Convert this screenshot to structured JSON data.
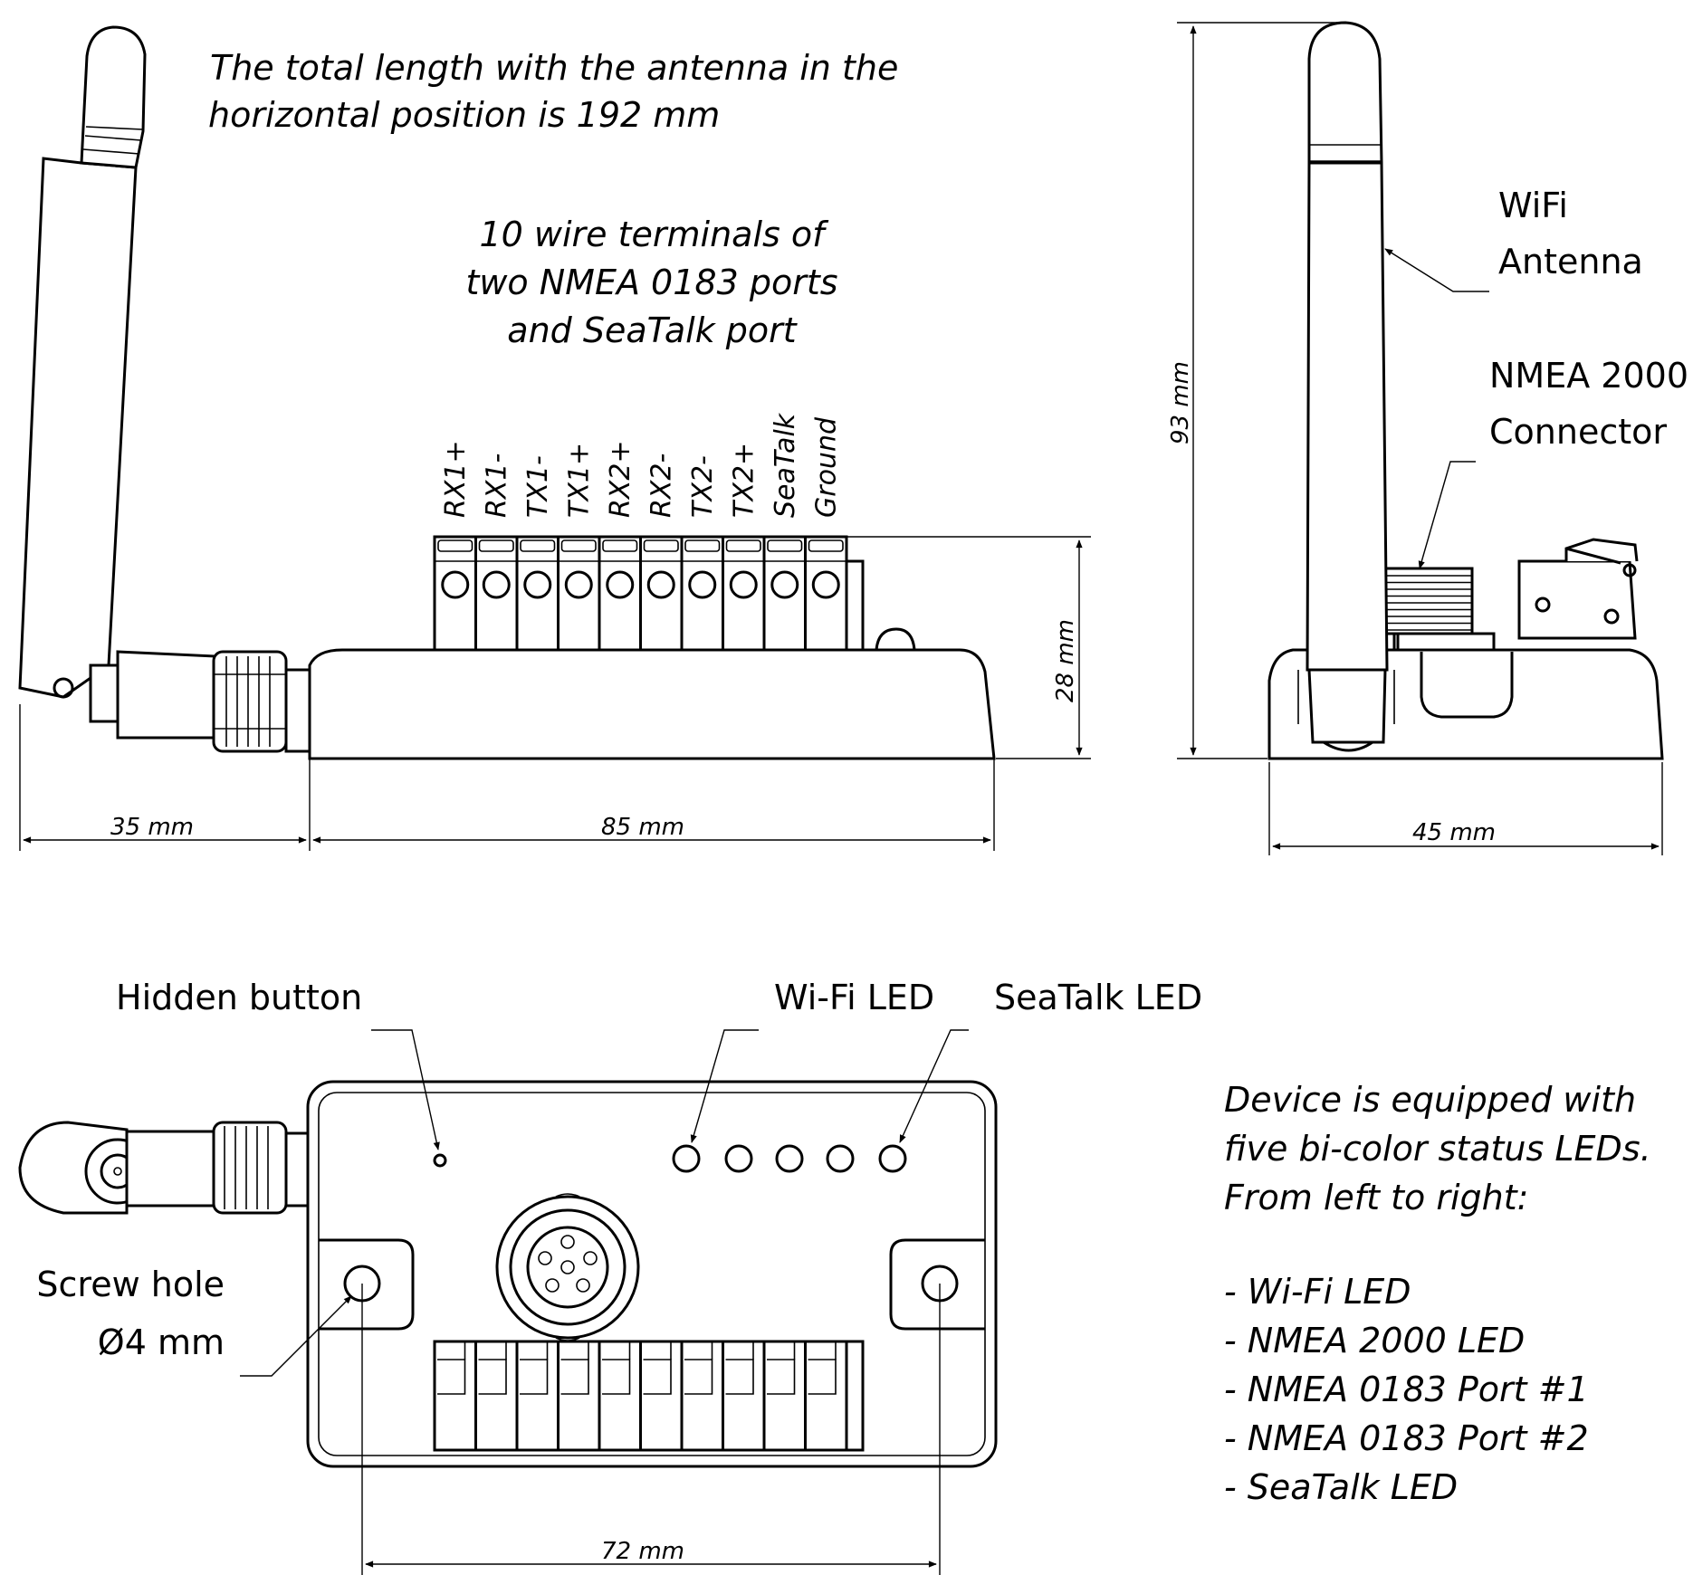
{
  "notes": {
    "total_length": [
      "The total length with the antenna in the",
      "horizontal position is 192 mm"
    ],
    "terminals": [
      "10 wire terminals of",
      "two NMEA 0183 ports",
      "and SeaTalk port"
    ],
    "leds": [
      "Device is equipped with",
      "five bi-color status LEDs.",
      "From left to right:"
    ]
  },
  "terminal_labels": [
    "RX1+",
    "RX1-",
    "TX1-",
    "TX1+",
    "RX2+",
    "RX2-",
    "TX2-",
    "TX2+",
    "SeaTalk",
    "Ground"
  ],
  "dimensions": {
    "antenna_length": "35 mm",
    "body_length": "85 mm",
    "height_terminals": "28 mm",
    "total_height": "93 mm",
    "width": "45 mm",
    "hole_spacing": "72 mm"
  },
  "callouts": {
    "wifi_antenna": [
      "WiFi",
      "Antenna"
    ],
    "nmea2000_connector": [
      "NMEA 2000",
      "Connector"
    ],
    "hidden_button": "Hidden button",
    "wifi_led": "Wi-Fi LED",
    "seatalk_led": "SeaTalk LED",
    "screw_hole": [
      "Screw hole",
      "Ø4 mm"
    ]
  },
  "led_list": [
    "- Wi-Fi LED",
    "- NMEA 2000 LED",
    "- NMEA 0183 Port #1",
    "- NMEA 0183 Port #2",
    "- SeaTalk LED"
  ]
}
